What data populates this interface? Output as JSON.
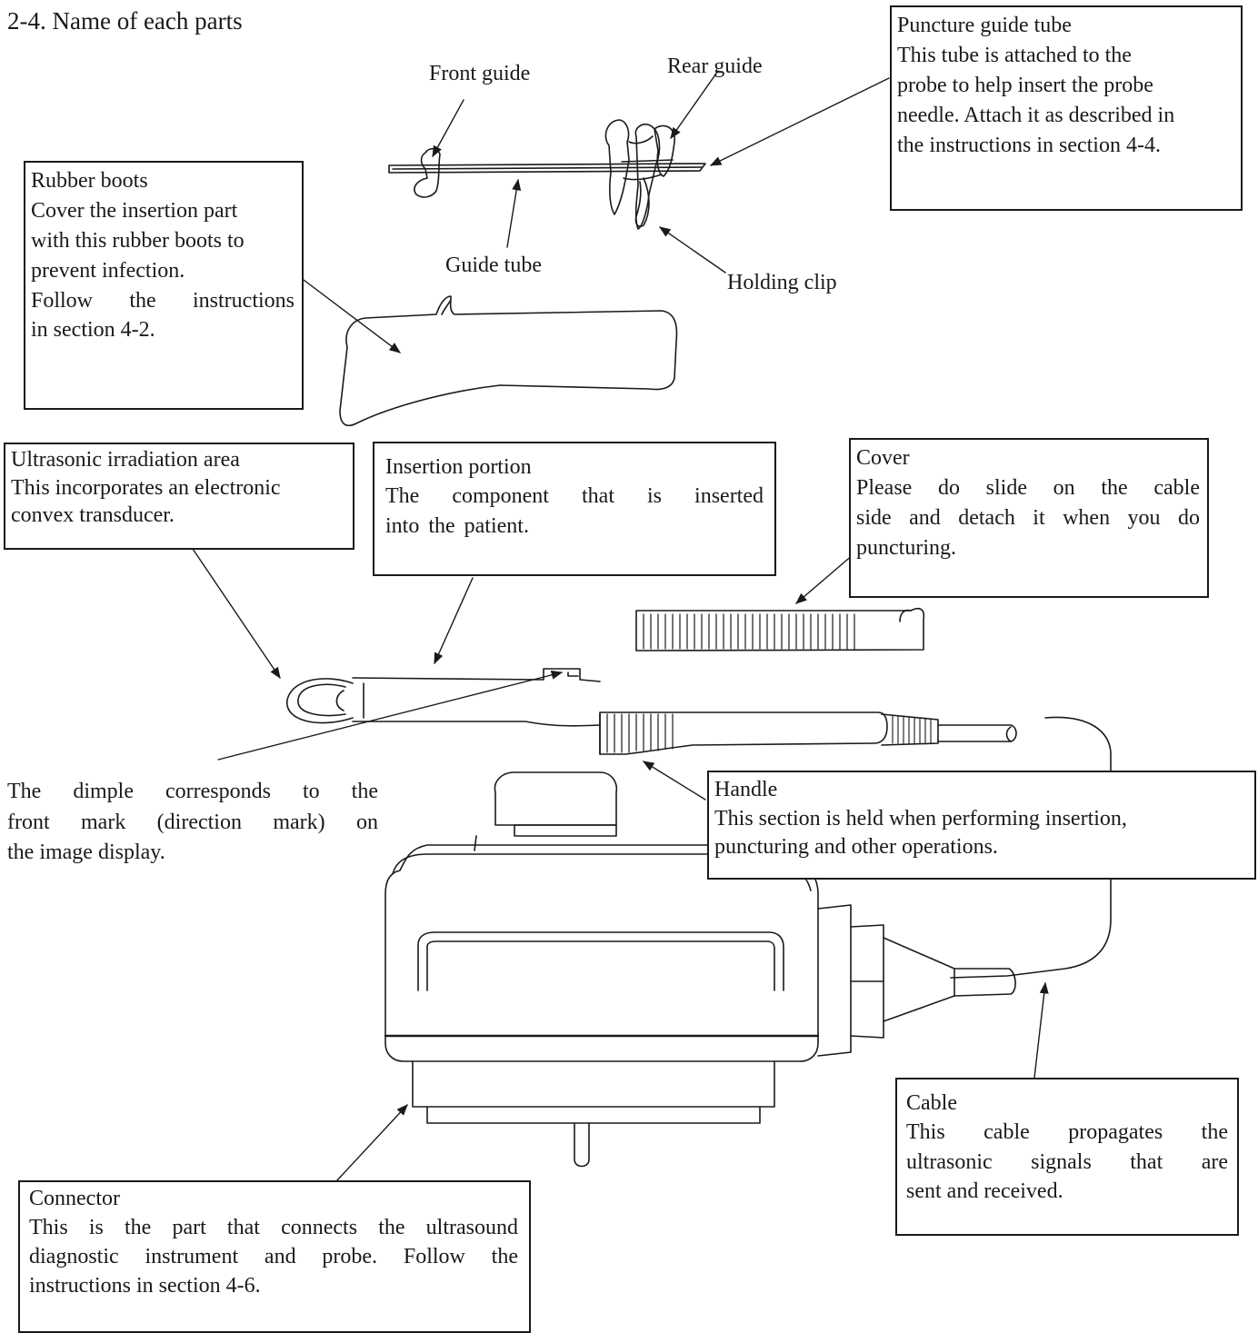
{
  "section_title": "2-4. Name of each parts",
  "labels": {
    "front_guide": "Front guide",
    "rear_guide": "Rear guide",
    "guide_tube": "Guide tube",
    "holding_clip": "Holding clip",
    "dimple_lines": [
      "The dimple corresponds to the",
      "front mark (direction mark) on",
      "the image display."
    ]
  },
  "boxes": {
    "puncture_guide_tube": {
      "lines": [
        "Puncture guide tube",
        "This tube is attached to the",
        "probe to help insert the probe",
        "needle. Attach it as described in",
        "the instructions in section 4-4."
      ]
    },
    "rubber_boots": {
      "lines": [
        "Rubber boots",
        "Cover the insertion part",
        "with this rubber boots to",
        "prevent infection.",
        "Follow the instructions",
        "in section 4-2."
      ]
    },
    "ultrasonic_area": {
      "lines": [
        "Ultrasonic irradiation area",
        "This incorporates an electronic",
        "convex transducer."
      ]
    },
    "insertion_portion": {
      "lines": [
        "Insertion portion",
        "The component that is inserted",
        "into the patient."
      ]
    },
    "cover": {
      "lines": [
        "Cover",
        "Please do slide on the cable",
        "side and detach it when you do",
        "puncturing."
      ]
    },
    "handle": {
      "lines": [
        "Handle",
        "This section is held when performing insertion,",
        "puncturing and other operations."
      ]
    },
    "cable": {
      "lines": [
        "Cable",
        "This cable propagates the",
        "ultrasonic signals that are",
        "sent and received."
      ]
    },
    "connector": {
      "lines": [
        "Connector",
        "This is the part that connects the ultrasound",
        "diagnostic instrument and probe. Follow the",
        "instructions in section 4-6."
      ]
    }
  }
}
